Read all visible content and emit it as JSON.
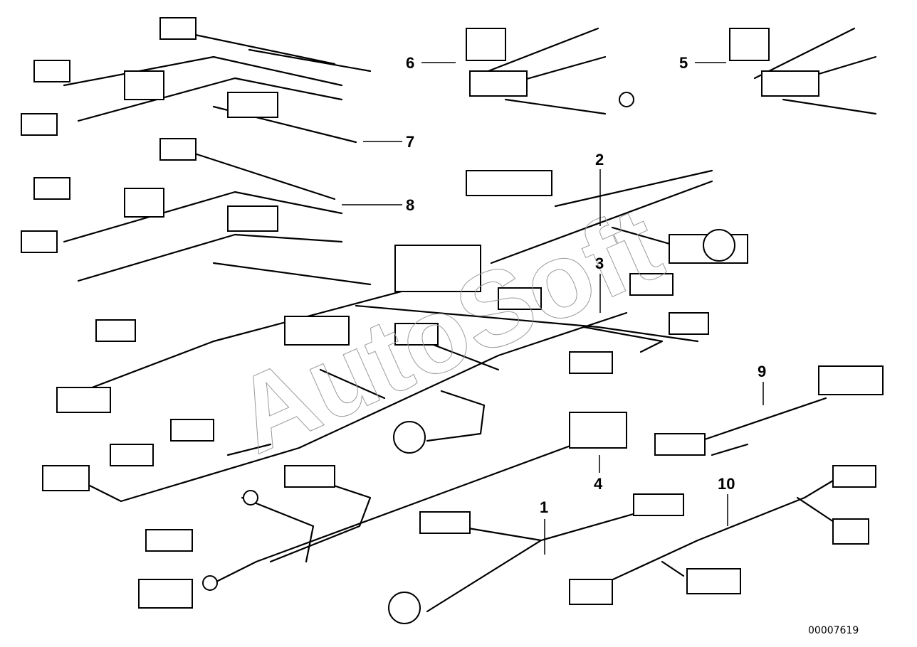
{
  "diagram": {
    "part_labels": [
      "1",
      "2",
      "3",
      "4",
      "5",
      "6",
      "7",
      "8",
      "9",
      "10"
    ],
    "reference_number": "00007619",
    "watermark": "AutoSoft",
    "colors": {
      "line": "#000000",
      "background": "#ffffff",
      "watermark": "#9a9a9a"
    }
  }
}
